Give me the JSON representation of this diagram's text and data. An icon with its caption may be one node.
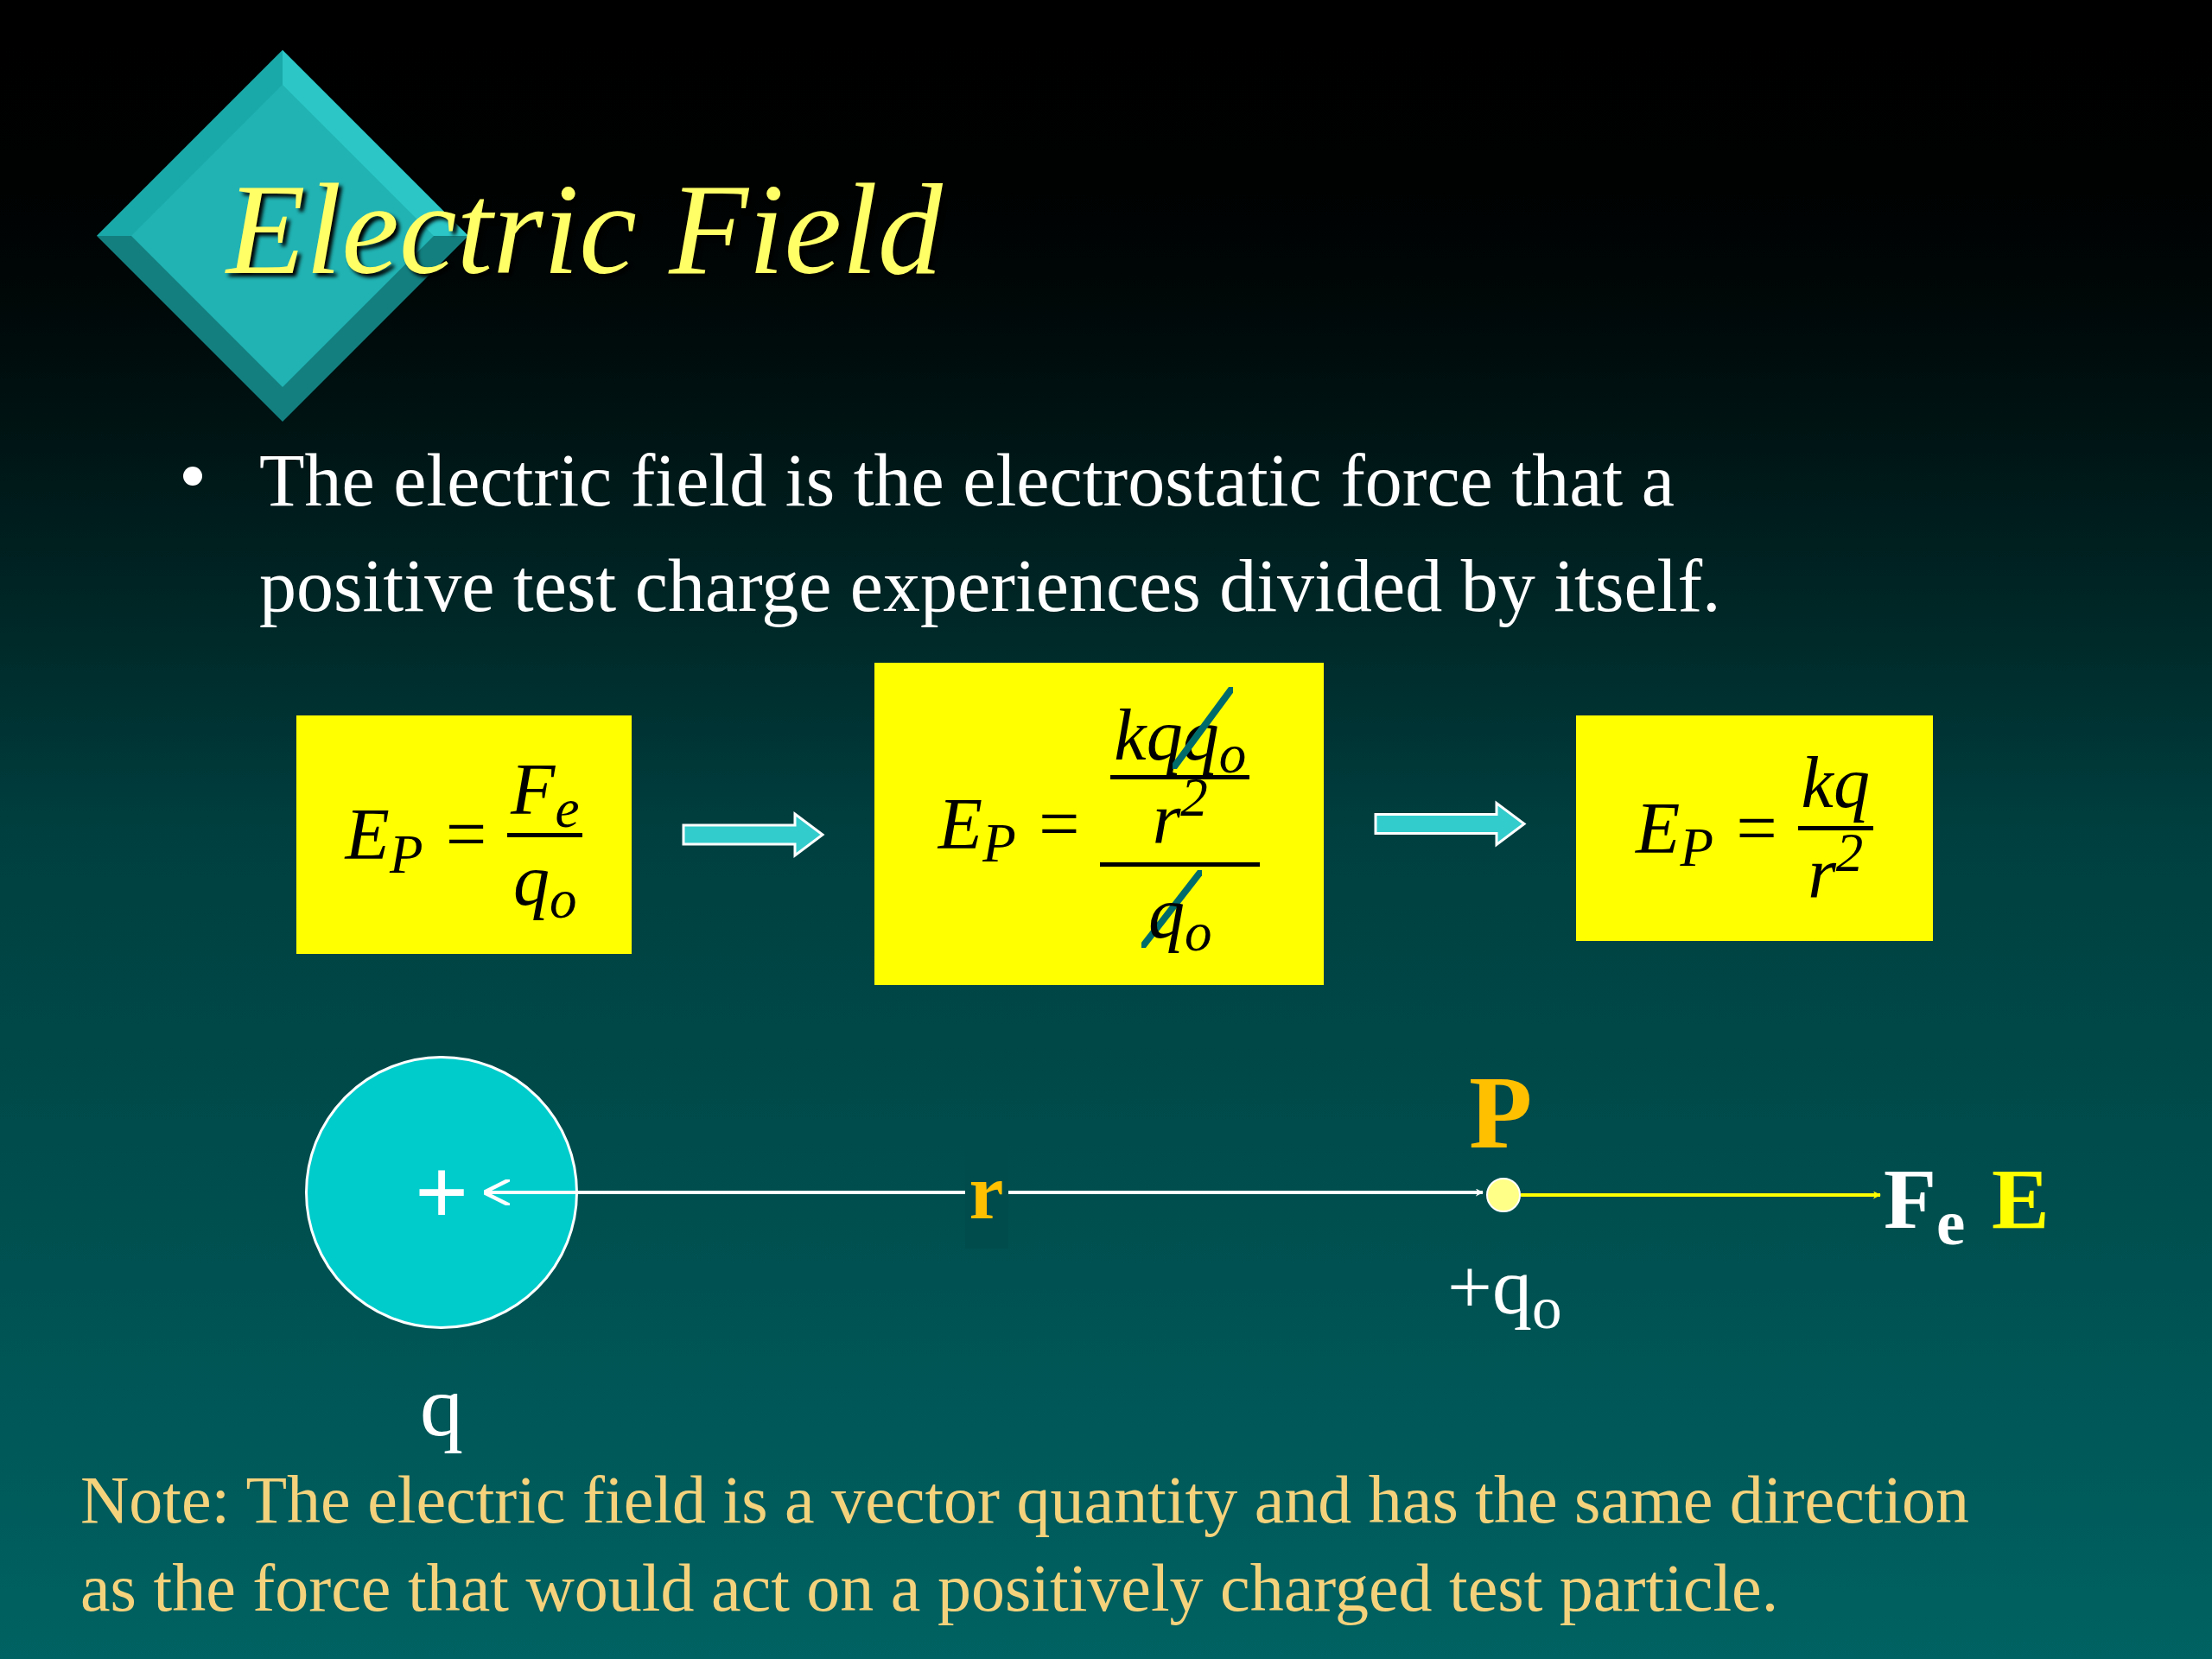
{
  "diagram": {
    "title": "Electric Field",
    "nodes": [
      {
        "text": [
          "E$_{P}$ =",
          "F$_{e}$",
          "q$_{o}$"
        ]
      },
      {
        "text": [
          "E$_{P}$ =",
          "kqq$_{o}$",
          "r$^{2}$",
          "q$_{o}$"
        ]
      },
      {
        "text": [
          "E$_{P}$ =",
          "kq",
          "r$^{2}$"
        ]
      },
      {
        "text": [
          "+"
        ],
        "beside": [
          "q"
        ]
      },
      {
        "text": [],
        "shape": "circle",
        "beside": [
          "P",
          "+q$_{o}$"
        ]
      },
      {
        "text": [
          "F$_{e}$"
        ],
        "beside": [
          "E"
        ]
      }
    ],
    "edges": [
      {
        "from": 0,
        "to": 1,
        "arrow": "to",
        "style": "thick",
        "color": "#33cccc"
      },
      {
        "from": 1,
        "to": 2,
        "arrow": "to",
        "style": "thick",
        "color": "#33cccc"
      },
      {
        "from": 3,
        "to": 4,
        "arrow": "both",
        "label": "r"
      },
      {
        "from": 4,
        "to": 5,
        "arrow": "to",
        "color": "#ffff00"
      }
    ],
    "labels": [
      "The electric field is the electrostatic force that a positive test charge experiences divided by itself.",
      "Note: The electric field is a vector quantity and has the same direction as the force that would act on a positively charged test particle."
    ]
  }
}
